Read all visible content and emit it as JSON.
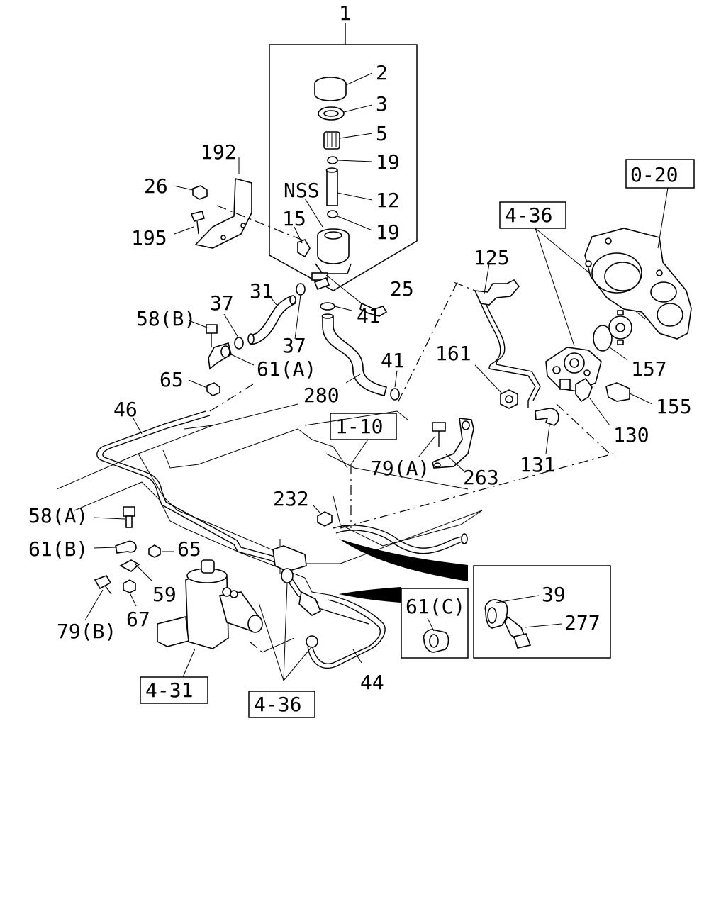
{
  "diagram": {
    "callouts": [
      {
        "key": "c1",
        "text": "1"
      },
      {
        "key": "c2",
        "text": "2"
      },
      {
        "key": "c3",
        "text": "3"
      },
      {
        "key": "c5",
        "text": "5"
      },
      {
        "key": "c19a",
        "text": "19"
      },
      {
        "key": "c12",
        "text": "12"
      },
      {
        "key": "c19b",
        "text": "19"
      },
      {
        "key": "cnss",
        "text": "NSS"
      },
      {
        "key": "c192",
        "text": "192"
      },
      {
        "key": "c26",
        "text": "26"
      },
      {
        "key": "c195",
        "text": "195"
      },
      {
        "key": "c15",
        "text": "15"
      },
      {
        "key": "c25",
        "text": "25"
      },
      {
        "key": "c31",
        "text": "31"
      },
      {
        "key": "c37a",
        "text": "37"
      },
      {
        "key": "c37b",
        "text": "37"
      },
      {
        "key": "c41a",
        "text": "41"
      },
      {
        "key": "c41b",
        "text": "41"
      },
      {
        "key": "c58b",
        "text": "58(B)"
      },
      {
        "key": "c61a",
        "text": "61(A)"
      },
      {
        "key": "c65a",
        "text": "65"
      },
      {
        "key": "c280",
        "text": "280"
      },
      {
        "key": "c46",
        "text": "46"
      },
      {
        "key": "c125",
        "text": "125"
      },
      {
        "key": "c161",
        "text": "161"
      },
      {
        "key": "c157",
        "text": "157"
      },
      {
        "key": "c155",
        "text": "155"
      },
      {
        "key": "c130",
        "text": "130"
      },
      {
        "key": "c131",
        "text": "131"
      },
      {
        "key": "c79a",
        "text": "79(A)"
      },
      {
        "key": "c263",
        "text": "263"
      },
      {
        "key": "c232",
        "text": "232"
      },
      {
        "key": "c58a",
        "text": "58(A)"
      },
      {
        "key": "c61b",
        "text": "61(B)"
      },
      {
        "key": "c65b",
        "text": "65"
      },
      {
        "key": "c59",
        "text": "59"
      },
      {
        "key": "c67",
        "text": "67"
      },
      {
        "key": "c79b",
        "text": "79(B)"
      },
      {
        "key": "c39",
        "text": "39"
      },
      {
        "key": "c277",
        "text": "277"
      },
      {
        "key": "c61c",
        "text": "61(C)"
      },
      {
        "key": "c44",
        "text": "44"
      }
    ],
    "references": [
      {
        "key": "r020",
        "text": "0-20"
      },
      {
        "key": "r436a",
        "text": "4-36"
      },
      {
        "key": "r110",
        "text": "1-10"
      },
      {
        "key": "r431",
        "text": "4-31"
      },
      {
        "key": "r436b",
        "text": "4-36"
      }
    ]
  }
}
